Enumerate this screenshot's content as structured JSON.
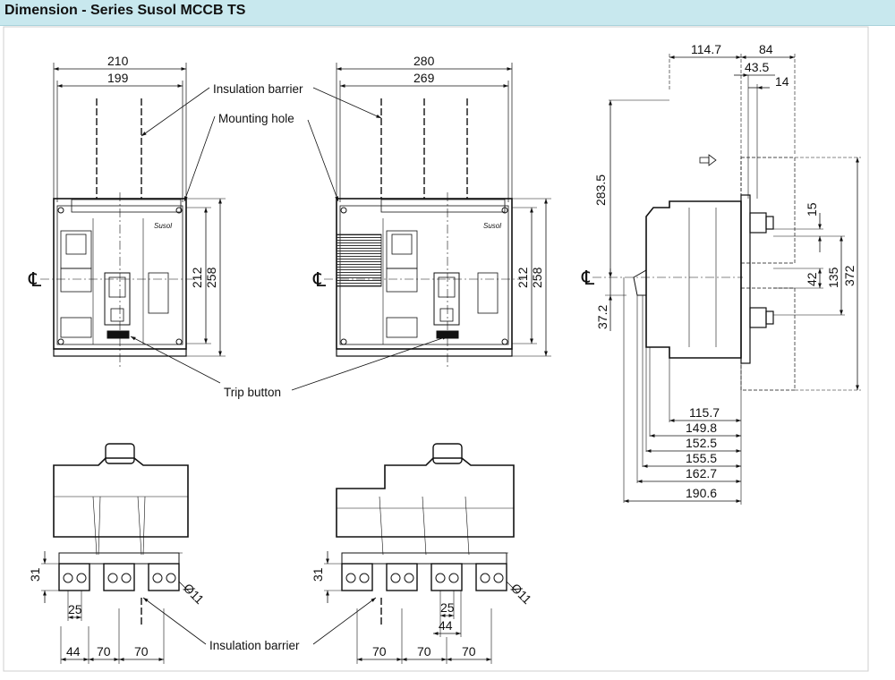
{
  "page": {
    "title": "Dimension - Series Susol MCCB TS"
  },
  "callouts": {
    "insulation_barrier": "Insulation barrier",
    "mounting_hole": "Mounting hole",
    "trip_button": "Trip button",
    "insulation_barrier_bottom": "Insulation barrier"
  },
  "front_3p": {
    "width_total": "210",
    "width_inner": "199",
    "height_inner": "212",
    "height_total": "258",
    "brand": "Susol"
  },
  "front_4p": {
    "width_total": "280",
    "width_inner": "269",
    "height_inner": "212",
    "height_total": "258",
    "brand": "Susol"
  },
  "side": {
    "top_a": "114.7",
    "top_b": "84",
    "top_c": "43.5",
    "top_d": "14",
    "h_283": "283.5",
    "h_372": "372",
    "h_15": "15",
    "h_135": "135",
    "h_42": "42",
    "h_37": "37.2",
    "b1": "115.7",
    "b2": "149.8",
    "b3": "152.5",
    "b4": "155.5",
    "b5": "162.7",
    "b6": "190.6"
  },
  "bottom_3p": {
    "h31": "31",
    "w25": "25",
    "w44": "44",
    "w70a": "70",
    "w70b": "70",
    "dia": "Ø11"
  },
  "bottom_4p": {
    "h31": "31",
    "w25": "25",
    "w44": "44",
    "w70a": "70",
    "w70b": "70",
    "w70c": "70",
    "dia": "Ø11"
  },
  "symbols": {
    "centerline": "℄"
  }
}
